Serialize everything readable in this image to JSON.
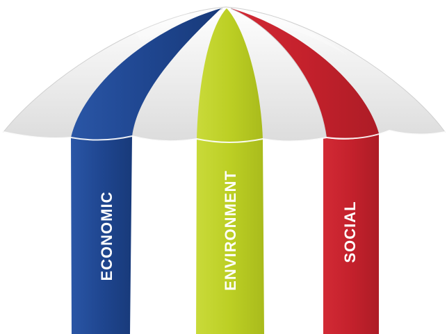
{
  "pillars": [
    {
      "label": "ECONOMIC",
      "color": "#1f4690"
    },
    {
      "label": "ENVIRONMENT",
      "color": "#bccf24"
    },
    {
      "label": "SOCIAL",
      "color": "#c4212c"
    }
  ],
  "canopy_color": "#e9e9e9",
  "background": "#ffffff"
}
